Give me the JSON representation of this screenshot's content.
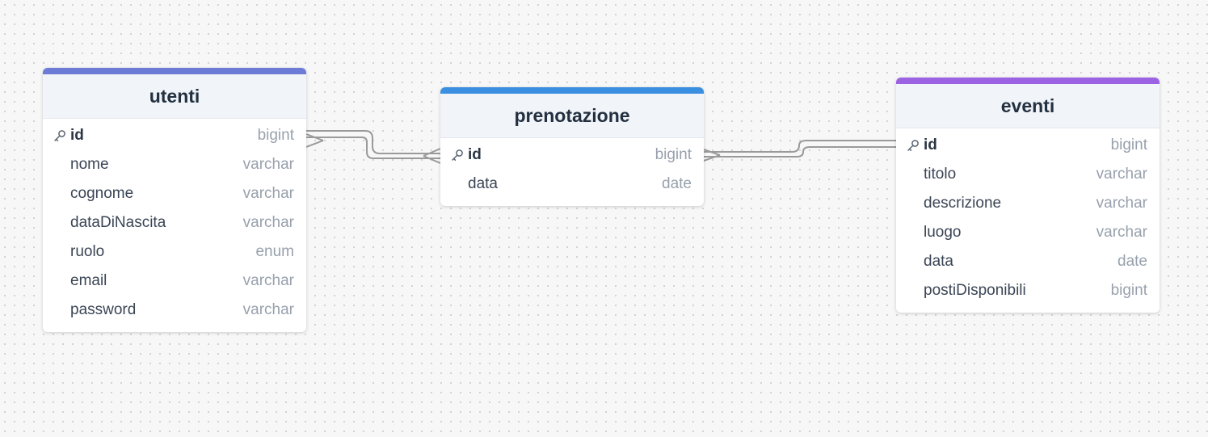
{
  "tables": {
    "utenti": {
      "name": "utenti",
      "accent": "#6c7bd6",
      "fields": [
        {
          "name": "id",
          "type": "bigint",
          "pk": true
        },
        {
          "name": "nome",
          "type": "varchar"
        },
        {
          "name": "cognome",
          "type": "varchar"
        },
        {
          "name": "dataDiNascita",
          "type": "varchar"
        },
        {
          "name": "ruolo",
          "type": "enum"
        },
        {
          "name": "email",
          "type": "varchar"
        },
        {
          "name": "password",
          "type": "varchar"
        }
      ]
    },
    "prenotazione": {
      "name": "prenotazione",
      "accent": "#3b8fe0",
      "fields": [
        {
          "name": "id",
          "type": "bigint",
          "pk": true
        },
        {
          "name": "data",
          "type": "date"
        }
      ]
    },
    "eventi": {
      "name": "eventi",
      "accent": "#9b63e3",
      "fields": [
        {
          "name": "id",
          "type": "bigint",
          "pk": true
        },
        {
          "name": "titolo",
          "type": "varchar"
        },
        {
          "name": "descrizione",
          "type": "varchar"
        },
        {
          "name": "luogo",
          "type": "varchar"
        },
        {
          "name": "data",
          "type": "date"
        },
        {
          "name": "postiDisponibili",
          "type": "bigint"
        }
      ]
    }
  },
  "relations": [
    {
      "from": "utenti.id",
      "to": "prenotazione.id",
      "cardinality": "many-to-many"
    },
    {
      "from": "prenotazione.id",
      "to": "eventi.id",
      "cardinality": "many-to-one"
    }
  ],
  "icons": {
    "primary_key": "key-icon"
  }
}
